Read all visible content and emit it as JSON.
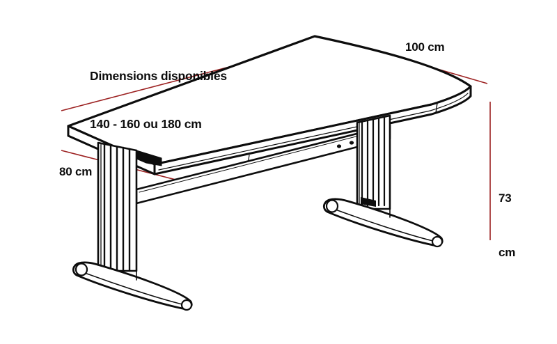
{
  "drawing": {
    "subject": "office-desk-technical-illustration",
    "view": "isometric-perspective",
    "background_color": "#ffffff",
    "line_color": "#0d0d0d",
    "dimension_line_color": "#9c2121",
    "text_color": "#0d0d0d"
  },
  "annotations": {
    "available_sizes": {
      "title": "Dimensions disponibles",
      "values": "140 - 160 ou 180 cm"
    },
    "depth": {
      "value": "80 cm"
    },
    "width": {
      "value": "100 cm"
    },
    "height": {
      "value": "73",
      "unit": "cm"
    }
  },
  "dimension_data": {
    "length_options_cm": [
      140,
      160,
      180
    ],
    "depth_cm": 80,
    "width_cm": 100,
    "height_cm": 73
  }
}
